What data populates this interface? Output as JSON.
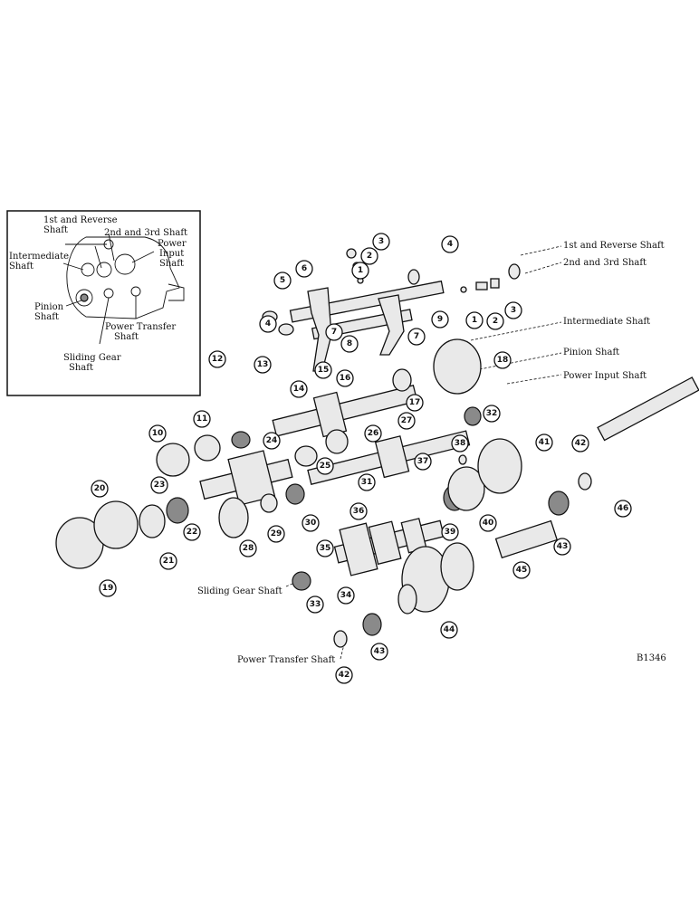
{
  "inset_labels": {
    "first_reverse_shaft": [
      "1st and Reverse",
      "Shaft"
    ],
    "second_third_shaft": "2nd and 3rd Shaft",
    "power_input_shaft": [
      "Power",
      "Input",
      "Shaft"
    ],
    "intermediate_shaft": [
      "Intermediate",
      "Shaft"
    ],
    "pinion_shaft": [
      "Pinion",
      "Shaft"
    ],
    "power_transfer_shaft": [
      "Power Transfer",
      "Shaft"
    ],
    "sliding_gear_shaft": [
      "Sliding Gear",
      "Shaft"
    ]
  },
  "callouts": {
    "first_reverse": "1st and Reverse Shaft",
    "second_third": "2nd and 3rd Shaft",
    "intermediate": "Intermediate Shaft",
    "pinion": "Pinion Shaft",
    "power_input": "Power Input Shaft",
    "sliding_gear": "Sliding Gear Shaft",
    "power_transfer": "Power Transfer Shaft"
  },
  "figure_id": "B1346",
  "part_numbers": [
    "1",
    "2",
    "3",
    "4",
    "5",
    "6",
    "7",
    "8",
    "9",
    "10",
    "11",
    "12",
    "13",
    "14",
    "15",
    "16",
    "17",
    "18",
    "19",
    "20",
    "21",
    "22",
    "23",
    "24",
    "25",
    "26",
    "27",
    "28",
    "29",
    "30",
    "31",
    "32",
    "33",
    "34",
    "35",
    "36",
    "37",
    "38",
    "39",
    "40",
    "41",
    "42",
    "43",
    "44",
    "45",
    "46"
  ],
  "colors": {
    "ink": "#111111",
    "paper": "#ffffff",
    "metal": "#e9e9e9",
    "shade": "#8a8a8a"
  }
}
